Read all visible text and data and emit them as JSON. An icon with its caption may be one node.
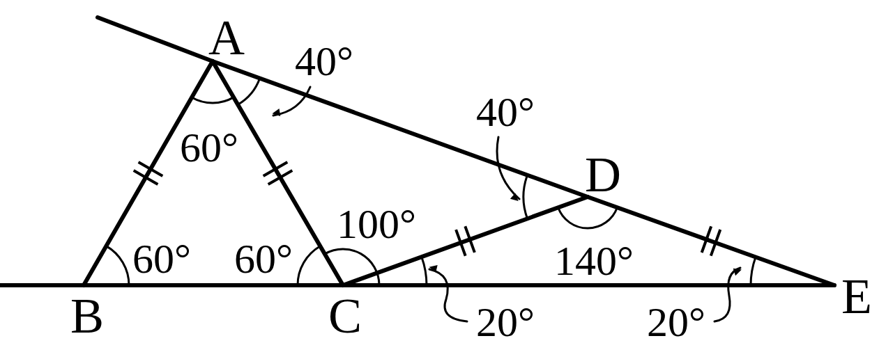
{
  "diagram": {
    "nodes": [
      {
        "text": [
          "A"
        ]
      },
      {
        "text": [
          "B"
        ]
      },
      {
        "text": [
          "C"
        ]
      },
      {
        "text": [
          "D"
        ]
      },
      {
        "text": [
          "E"
        ]
      },
      {
        "text": [
          "40°"
        ]
      },
      {
        "text": [
          "40°"
        ]
      },
      {
        "text": [
          "20°"
        ]
      },
      {
        "text": [
          "20°"
        ]
      }
    ],
    "edges": [
      {
        "from": 0,
        "to": 1,
        "arrow": "none"
      },
      {
        "from": 0,
        "to": 2,
        "arrow": "none"
      },
      {
        "from": 1,
        "to": 2,
        "arrow": "none"
      },
      {
        "from": 2,
        "to": 4,
        "arrow": "none"
      },
      {
        "from": 2,
        "to": 3,
        "arrow": "none"
      },
      {
        "from": 3,
        "to": 4,
        "arrow": "none"
      },
      {
        "from": 0,
        "to": 3,
        "arrow": "none"
      },
      {
        "from": null,
        "to": 0,
        "arrow": "none"
      },
      {
        "from": null,
        "to": 1,
        "arrow": "none"
      },
      {
        "from": 5,
        "to": null,
        "arrow": "to"
      },
      {
        "from": 6,
        "to": null,
        "arrow": "to"
      },
      {
        "from": 7,
        "to": null,
        "arrow": "to"
      },
      {
        "from": 8,
        "to": null,
        "arrow": "to"
      }
    ],
    "labels": [
      "60°",
      "60°",
      "60°",
      "100°",
      "140°"
    ]
  }
}
